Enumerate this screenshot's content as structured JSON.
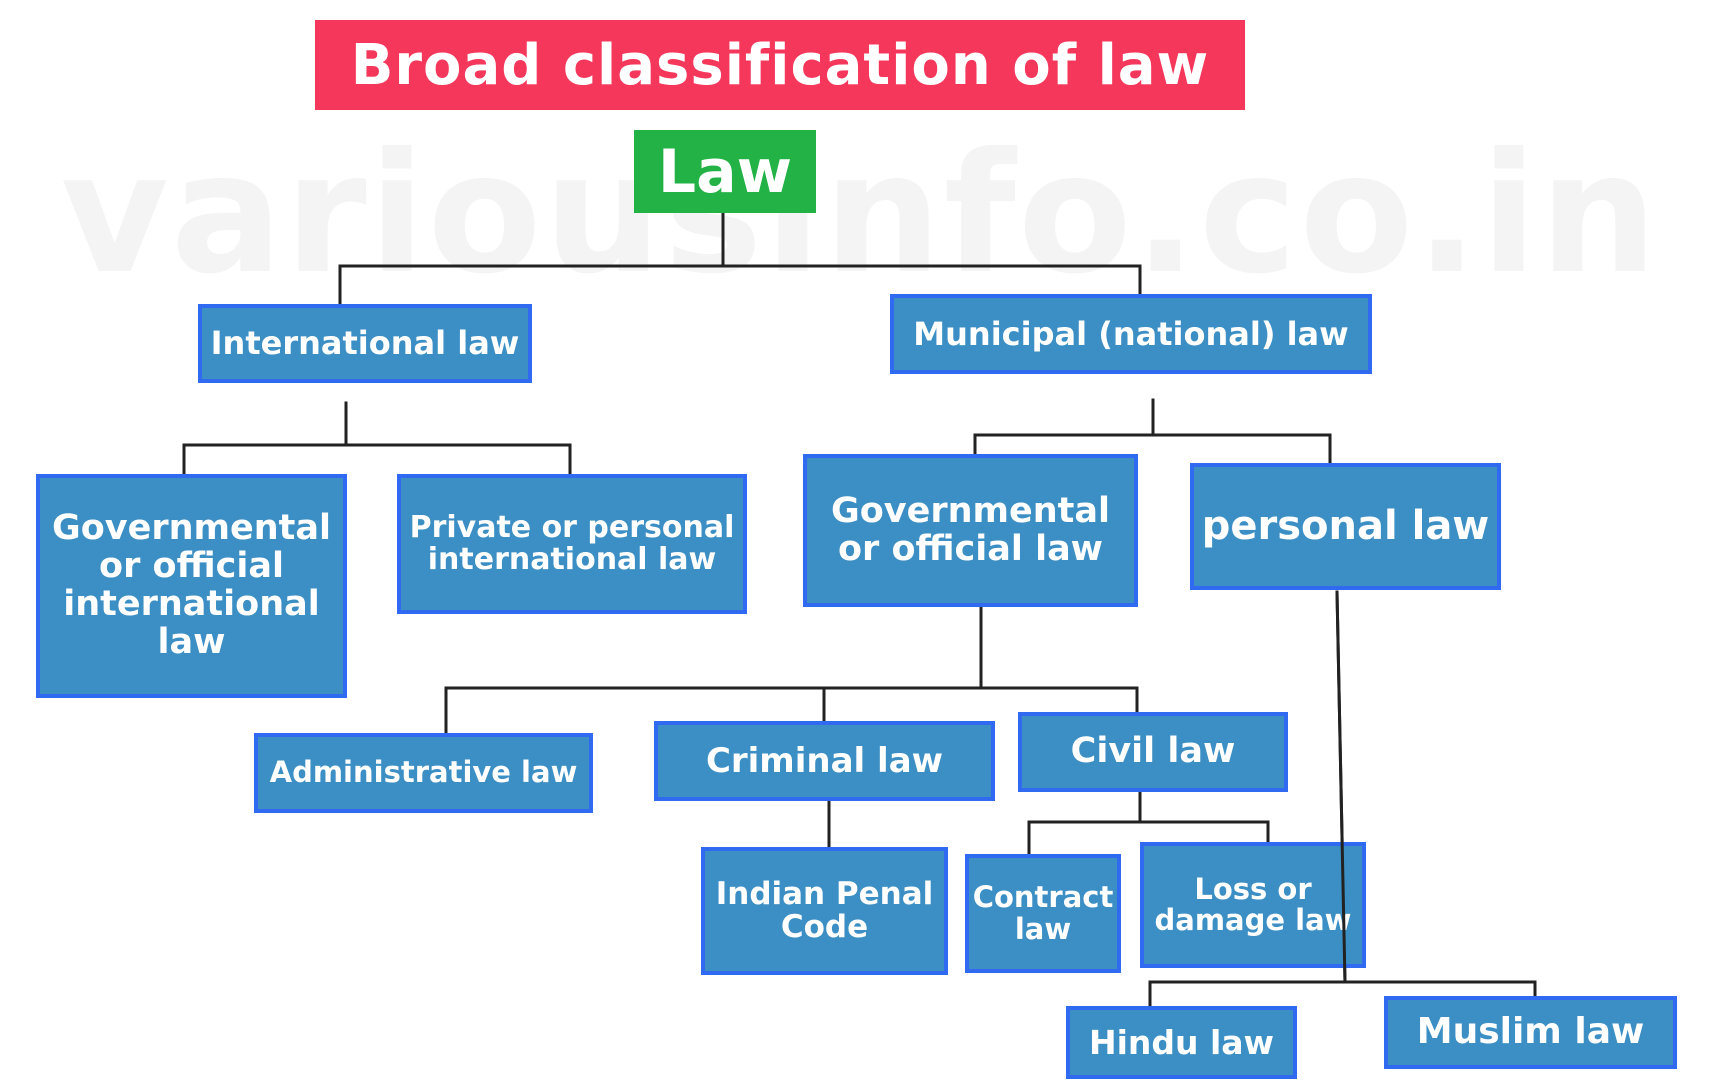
{
  "watermark": "variousinfo.co.in",
  "title": "Broad classification of law",
  "colors": {
    "title_bg": "#f5375c",
    "root_bg": "#22b245",
    "box_fill": "#3b8fc4",
    "box_border": "#2f6af0",
    "connector": "#222222",
    "text": "#ffffff"
  },
  "nodes": {
    "law": "Law",
    "international": "International law",
    "municipal": "Municipal (national) law",
    "gov_international": "Governmental or official international law",
    "private_international": "Private or personal international law",
    "gov_official": "Governmental or official law",
    "personal": "personal law",
    "administrative": "Administrative law",
    "criminal": "Criminal law",
    "civil": "Civil law",
    "ipc": "Indian Penal Code",
    "contract": "Contract law",
    "loss_damage": "Loss or damage law",
    "hindu": "Hindu law",
    "muslim": "Muslim law"
  }
}
